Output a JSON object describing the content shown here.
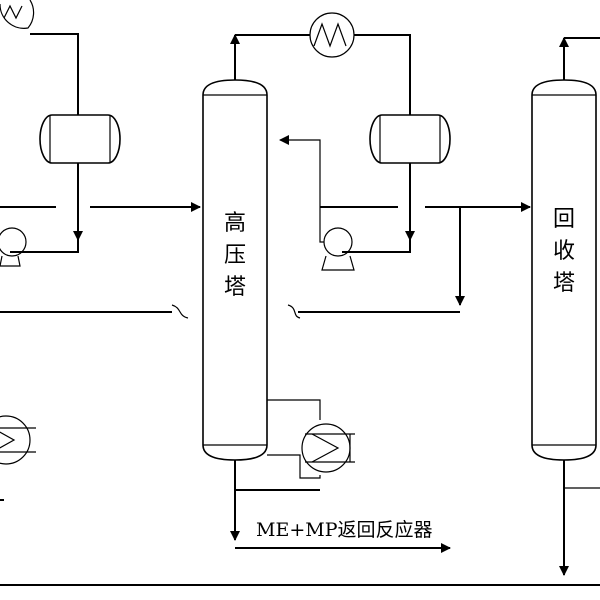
{
  "columns": {
    "high_pressure": {
      "label": [
        "高",
        "压",
        "塔"
      ]
    },
    "recovery": {
      "label": [
        "回",
        "收",
        "塔"
      ]
    }
  },
  "outputs": {
    "bottom_return": "ME+MP返回反应器"
  }
}
